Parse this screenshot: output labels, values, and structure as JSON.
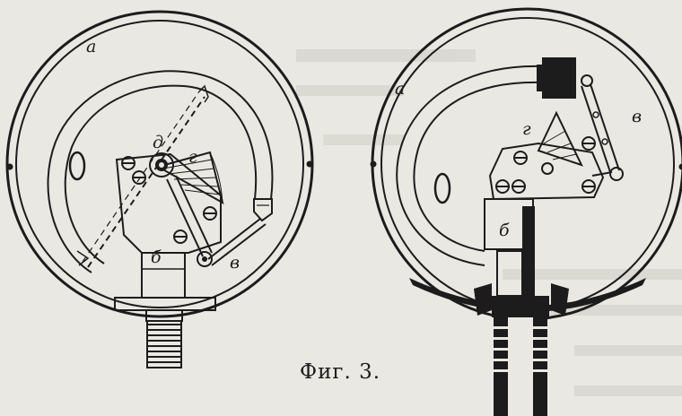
{
  "caption": "Фиг. 3.",
  "left_gauge": {
    "labels": {
      "a": "а",
      "b": "б",
      "v": "в",
      "g": "г",
      "d": "д"
    }
  },
  "right_gauge": {
    "labels": {
      "a": "а",
      "b": "б",
      "v": "в",
      "g": "г"
    }
  },
  "colors": {
    "paper": "#e9e8e2",
    "ink": "#1c1c1c",
    "show_through": "#c9c8c1"
  }
}
